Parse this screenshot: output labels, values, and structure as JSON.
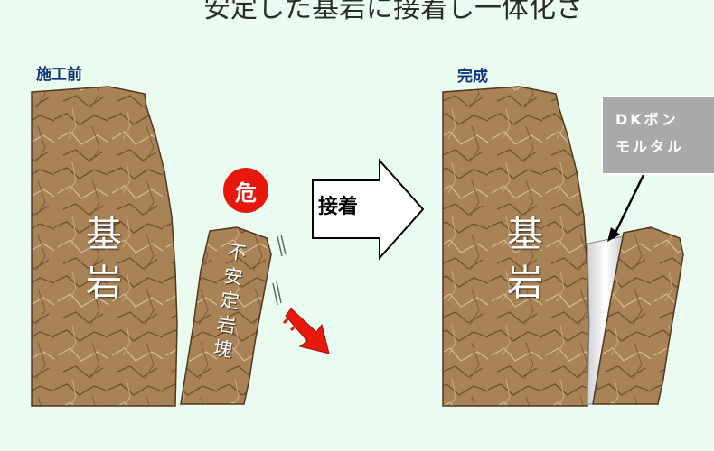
{
  "title": "安定した基岩に接着し一体化さ",
  "before": {
    "label": "施工前",
    "bedrock": "基岩",
    "block": "不安定岩塊",
    "danger": "危"
  },
  "arrow": {
    "label": "接着"
  },
  "after": {
    "label": "完成",
    "bedrock": "基岩",
    "callout_line1": "DKボン",
    "callout_line2": "モルタル"
  },
  "colors": {
    "background": "#e9fcef",
    "rock": "#a57f52",
    "danger": "#e8190c",
    "arrow_red": "#e8190c"
  }
}
